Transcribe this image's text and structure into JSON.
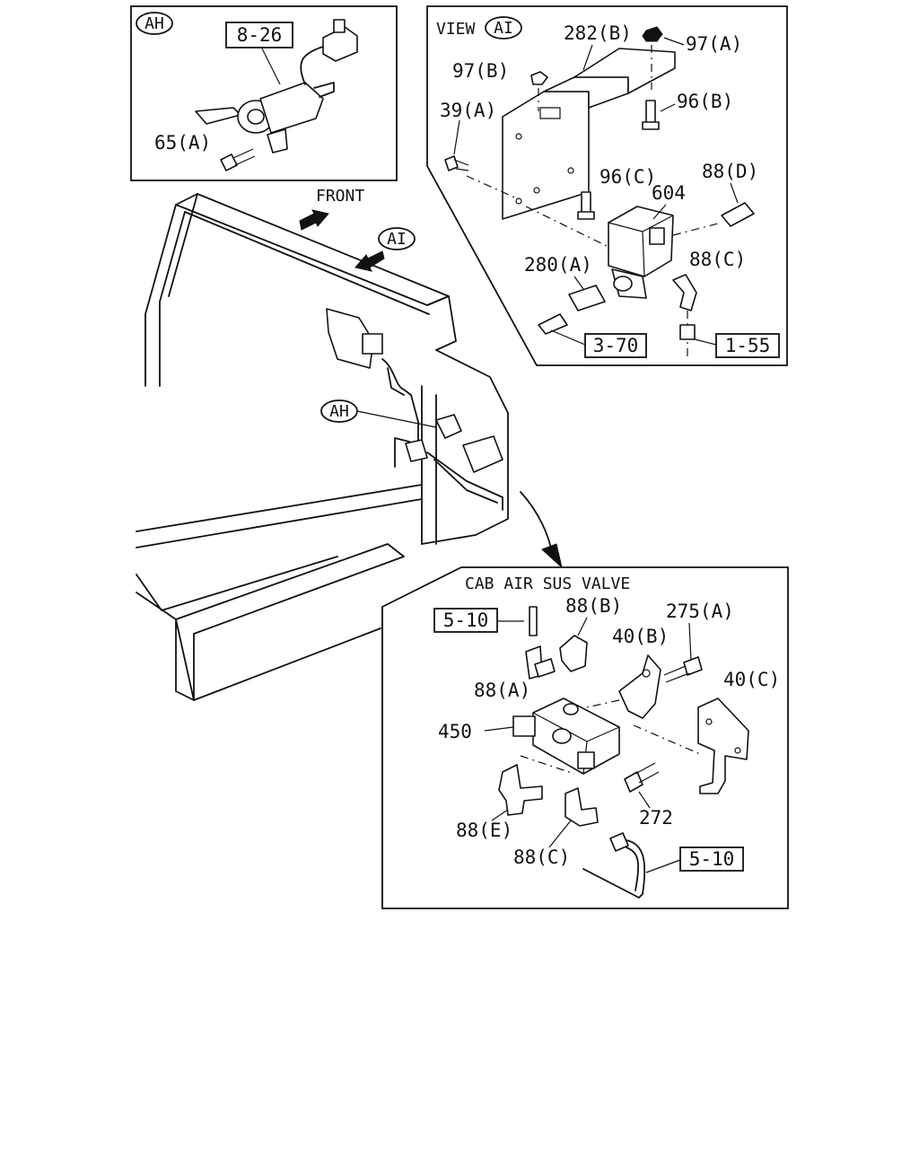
{
  "labels": {
    "ah_callout": "AH",
    "ah_ref": "8-26",
    "ah_65a": "65(A)",
    "view_prefix": "VIEW",
    "view_callout": "AI",
    "v_282b": "282(B)",
    "v_97a": "97(A)",
    "v_97b": "97(B)",
    "v_96b": "96(B)",
    "v_39a": "39(A)",
    "v_96c": "96(C)",
    "v_604": "604",
    "v_88d": "88(D)",
    "v_280a": "280(A)",
    "v_88c": "88(C)",
    "v_ref_370": "3-70",
    "v_ref_155": "1-55",
    "front": "FRONT",
    "main_ai": "AI",
    "main_ah": "AH",
    "valve_title": "CAB AIR SUS VALVE",
    "c_ref_510_top": "5-10",
    "c_88b": "88(B)",
    "c_275a": "275(A)",
    "c_40b": "40(B)",
    "c_88a": "88(A)",
    "c_40c": "40(C)",
    "c_450": "450",
    "c_272": "272",
    "c_88e": "88(E)",
    "c_88c": "88(C)",
    "c_ref_510_bot": "5-10"
  }
}
